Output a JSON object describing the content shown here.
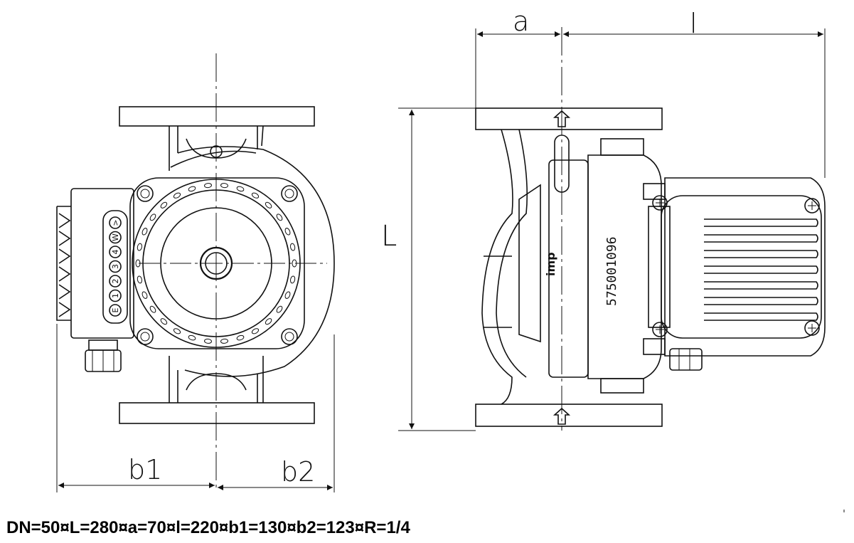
{
  "dimension_labels": {
    "a": "a",
    "l": "l",
    "L": "L",
    "b1": "b1",
    "b2": "b2"
  },
  "control_panel_labels": [
    "E",
    "1",
    "2",
    "3",
    "4",
    "W",
    ">"
  ],
  "brand_mark": "imp",
  "serial_number": "575001096",
  "caption": "DN=50¤L=280¤a=70¤l=220¤b1=130¤b2=123¤R=1/4"
}
